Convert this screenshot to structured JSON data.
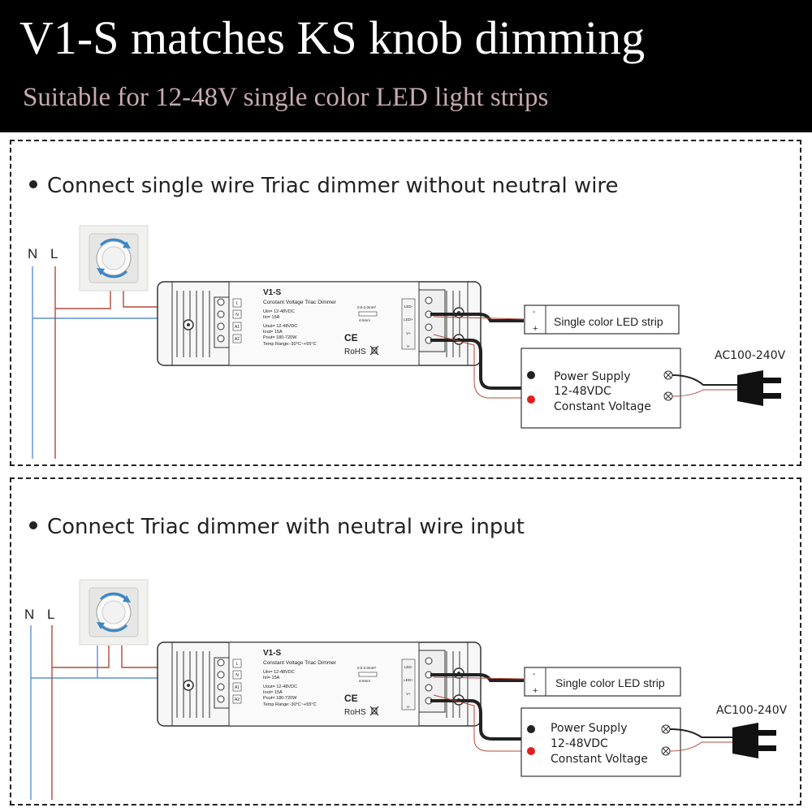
{
  "header": {
    "title": "V1-S matches KS knob dimming",
    "subtitle": "Suitable for 12-48V single color LED light strips"
  },
  "colors": {
    "header_bg": "#000000",
    "subtitle": "#c7aab0",
    "neutral_wire": "#5b8fd6",
    "live_wire": "#b04a3a",
    "positive_terminal": "#e02020"
  },
  "diagrams": [
    {
      "heading": "Connect single wire Triac dimmer without neutral wire",
      "mains": {
        "n": "N",
        "l": "L"
      },
      "controller": {
        "model": "V1-S",
        "type": "Constant Voltage Triac Dimmer",
        "specs": [
          "Uin= 12-48VDC",
          "Iin= 15A",
          "Uout= 12-48VDC",
          "Iout= 15A",
          "Pout= 180-720W",
          "Temp Range:-30°C~+55°C"
        ],
        "wire_size": [
          "0.5-2.0mm²",
          "4-5mm"
        ],
        "input_terminals": [
          "L",
          "N",
          "A1",
          "A2"
        ],
        "output_terminals": [
          "LED-",
          "LED+",
          "V+",
          "V-"
        ],
        "ce": "CE",
        "rohs": "RoHS"
      },
      "led_strip": {
        "label": "Single color LED strip",
        "minus": "-",
        "plus": "+"
      },
      "power_supply": {
        "line1": "Power Supply",
        "line2": "12-48VDC",
        "line3": "Constant Voltage"
      },
      "ac_label": "AC100-240V"
    },
    {
      "heading": "Connect Triac dimmer with neutral wire input",
      "mains": {
        "n": "N",
        "l": "L"
      },
      "controller": {
        "model": "V1-S",
        "type": "Constant Voltage Triac Dimmer",
        "specs": [
          "Uin= 12-48VDC",
          "Iin= 15A",
          "Uout= 12-48VDC",
          "Iout= 15A",
          "Pout= 180-720W",
          "Temp Range:-30°C~+55°C"
        ],
        "wire_size": [
          "0.5-2.0mm²",
          "4-5mm"
        ],
        "input_terminals": [
          "L",
          "N",
          "A1",
          "A2"
        ],
        "output_terminals": [
          "LED-",
          "LED+",
          "V+",
          "V-"
        ],
        "ce": "CE",
        "rohs": "RoHS"
      },
      "led_strip": {
        "label": "Single color LED strip",
        "minus": "-",
        "plus": "+"
      },
      "power_supply": {
        "line1": "Power Supply",
        "line2": "12-48VDC",
        "line3": "Constant Voltage"
      },
      "ac_label": "AC100-240V"
    }
  ]
}
